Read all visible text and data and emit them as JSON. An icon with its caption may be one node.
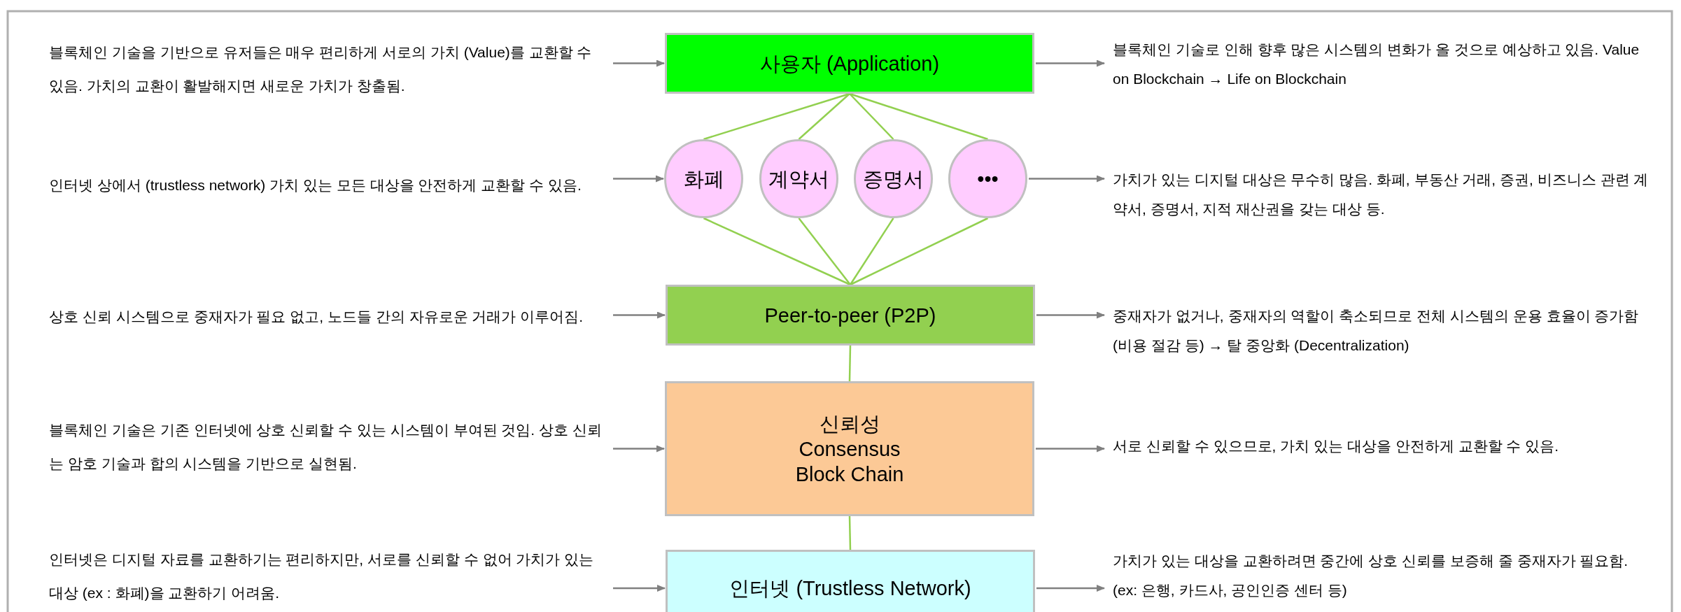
{
  "diagram": {
    "nodes": [
      {
        "text": [
          "블록체인 기술을 기반으로 유저들은 매우 편리하게 서로의 가치 (Value)를 교환할 수 있음. 가치의 교환이 활발해지면 새로운 가치가 창출됨."
        ]
      },
      {
        "text": [
          "사용자 (Application)"
        ]
      },
      {
        "text": [
          "블록체인 기술로 인해 향후 많은 시스템의 변화가 올 것으로 예상하고 있음. Value on Blockchain → Life on Blockchain"
        ]
      },
      {
        "text": [
          "인터넷 상에서 (trustless network) 가치 있는 모든 대상을 안전하게 교환할 수 있음."
        ]
      },
      {
        "text": [
          "화폐"
        ]
      },
      {
        "text": [
          "계약서"
        ]
      },
      {
        "text": [
          "증명서"
        ]
      },
      {
        "text": [
          "•••"
        ]
      },
      {
        "text": [
          "가치가 있는 디지털 대상은 무수히 많음. 화폐, 부동산 거래, 증권, 비즈니스 관련 계약서, 증명서, 지적 재산권을 갖는 대상 등."
        ]
      },
      {
        "text": [
          "상호 신뢰 시스템으로 중재자가 필요 없고, 노드들 간의 자유로운 거래가 이루어짐."
        ]
      },
      {
        "text": [
          "Peer-to-peer (P2P)"
        ]
      },
      {
        "text": [
          "중재자가 없거나, 중재자의 역할이 축소되므로 전체 시스템의 운용 효율이 증가함 (비용 절감 등) → 탈 중앙화 (Decentralization)"
        ]
      },
      {
        "text": [
          "블록체인 기술은 기존 인터넷에 상호 신뢰할 수 있는 시스템이 부여된 것임. 상호 신뢰는 암호 기술과 합의 시스템을 기반으로 실현됨."
        ]
      },
      {
        "text": [
          "신뢰성",
          "Consensus",
          "Block Chain"
        ]
      },
      {
        "text": [
          "서로 신뢰할 수 있으므로, 가치 있는 대상을 안전하게 교환할 수 있음."
        ]
      },
      {
        "text": [
          "인터넷은 디지털 자료를 교환하기는 편리하지만, 서로를 신뢰할 수 없어 가치가 있는 대상 (ex : 화폐)을 교환하기 어려움."
        ]
      },
      {
        "text": [
          "인터넷 (Trustless Network)"
        ]
      },
      {
        "text": [
          "가치가 있는 대상을 교환하려면 중간에 상호 신뢰를 보증해 줄 중재자가 필요함. (ex: 은행, 카드사, 공인인증 센터 등)"
        ]
      }
    ],
    "edges": [
      {
        "from": 0,
        "to": 1,
        "arrow": "to"
      },
      {
        "from": 1,
        "to": 2,
        "arrow": "to"
      },
      {
        "from": 3,
        "to": 4,
        "arrow": "to"
      },
      {
        "from": 7,
        "to": 8,
        "arrow": "to"
      },
      {
        "from": 9,
        "to": 10,
        "arrow": "to"
      },
      {
        "from": 10,
        "to": 11,
        "arrow": "to"
      },
      {
        "from": 12,
        "to": 13,
        "arrow": "to"
      },
      {
        "from": 13,
        "to": 14,
        "arrow": "to"
      },
      {
        "from": 15,
        "to": 16,
        "arrow": "to"
      },
      {
        "from": 16,
        "to": 17,
        "arrow": "to"
      },
      {
        "from": 1,
        "to": 4,
        "arrow": "none",
        "color": "#92d050"
      },
      {
        "from": 1,
        "to": 5,
        "arrow": "none",
        "color": "#92d050"
      },
      {
        "from": 1,
        "to": 6,
        "arrow": "none",
        "color": "#92d050"
      },
      {
        "from": 1,
        "to": 7,
        "arrow": "none",
        "color": "#92d050"
      },
      {
        "from": 4,
        "to": 10,
        "arrow": "none",
        "color": "#92d050"
      },
      {
        "from": 5,
        "to": 10,
        "arrow": "none",
        "color": "#92d050"
      },
      {
        "from": 6,
        "to": 10,
        "arrow": "none",
        "color": "#92d050"
      },
      {
        "from": 7,
        "to": 10,
        "arrow": "none",
        "color": "#92d050"
      },
      {
        "from": 10,
        "to": 13,
        "arrow": "none",
        "color": "#92d050"
      },
      {
        "from": 13,
        "to": 16,
        "arrow": "none",
        "color": "#92d050"
      }
    ]
  }
}
